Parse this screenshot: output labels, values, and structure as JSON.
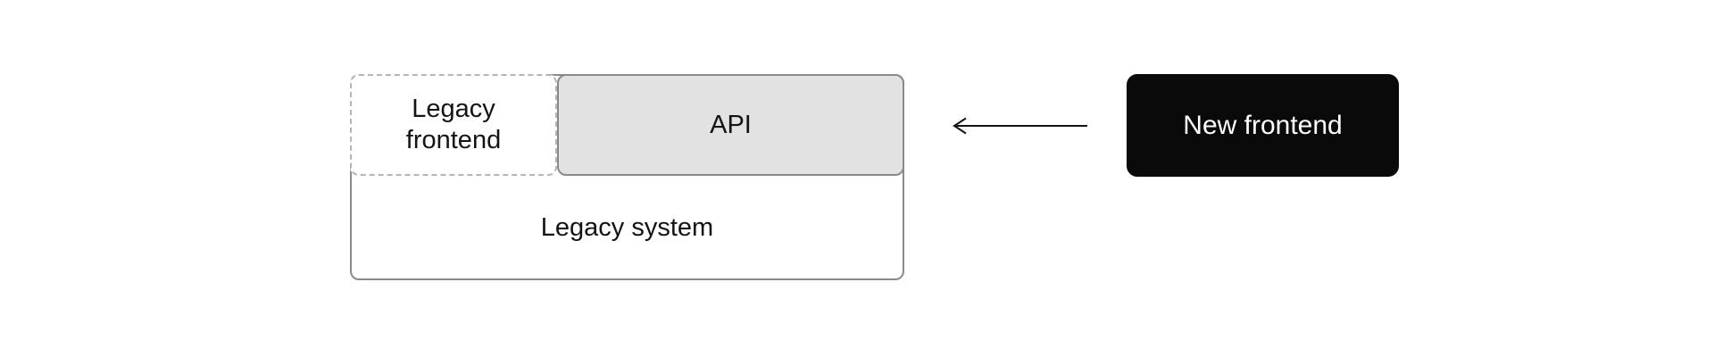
{
  "diagram": {
    "legacy_system_label": "Legacy system",
    "legacy_frontend_label": "Legacy frontend",
    "api_label": "API",
    "new_frontend_label": "New frontend",
    "arrow": {
      "icon": "left-arrow",
      "direction": "left"
    },
    "colors": {
      "canvas_bg": "#ffffff",
      "box_border": "#8a8a8a",
      "dashed_border": "#b5b5b5",
      "api_fill": "#e2e2e2",
      "text": "#141414",
      "arrow": "#141414",
      "new_frontend_bg": "#0a0a0a",
      "new_frontend_text": "#ffffff"
    }
  }
}
